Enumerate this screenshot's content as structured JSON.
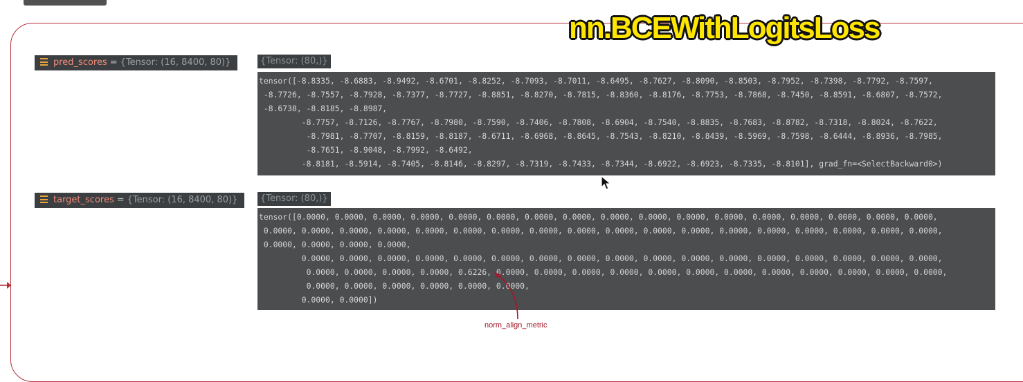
{
  "title": "nn.BCEWithLogitsLoss",
  "pred_scores": {
    "name": "pred_scores",
    "eq": "=",
    "type": "{Tensor: (16, 8400, 80)}",
    "tooltip_header": "{Tensor: (80,)}",
    "lines": [
      "tensor([-8.8335, -8.6883, -8.9492, -8.6701, -8.8252, -8.7093, -8.7011, -8.6495, -8.7627, -8.8090, -8.8503, -8.7952, -8.7398, -8.7792, -8.7597,",
      " -8.7726, -8.7557, -8.7928, -8.7377, -8.7727, -8.8851, -8.8270, -8.7815, -8.8360, -8.8176, -8.7753, -8.7868, -8.7450, -8.8591, -8.6807, -8.7572,",
      " -8.6738, -8.8185, -8.8987,",
      "         -8.7757, -8.7126, -8.7767, -8.7980, -8.7590, -8.7406, -8.7808, -8.6904, -8.7540, -8.8835, -8.7683, -8.8782, -8.7318, -8.8024, -8.7622,",
      "          -8.7981, -8.7707, -8.8159, -8.8187, -8.6711, -8.6968, -8.8645, -8.7543, -8.8210, -8.8439, -8.5969, -8.7598, -8.6444, -8.8936, -8.7985,",
      "          -8.7651, -8.9048, -8.7992, -8.6492,",
      "         -8.8181, -8.5914, -8.7405, -8.8146, -8.8297, -8.7319, -8.7433, -8.7344, -8.6922, -8.6923, -8.7335, -8.8101], grad_fn=<SelectBackward0>)"
    ]
  },
  "target_scores": {
    "name": "target_scores",
    "eq": "=",
    "type": "{Tensor: (16, 8400, 80)}",
    "tooltip_header": "{Tensor: (80,)}",
    "lines": [
      "tensor([0.0000, 0.0000, 0.0000, 0.0000, 0.0000, 0.0000, 0.0000, 0.0000, 0.0000, 0.0000, 0.0000, 0.0000, 0.0000, 0.0000, 0.0000, 0.0000, 0.0000,",
      " 0.0000, 0.0000, 0.0000, 0.0000, 0.0000, 0.0000, 0.0000, 0.0000, 0.0000, 0.0000, 0.0000, 0.0000, 0.0000, 0.0000, 0.0000, 0.0000, 0.0000, 0.0000,",
      " 0.0000, 0.0000, 0.0000, 0.0000,",
      "         0.0000, 0.0000, 0.0000, 0.0000, 0.0000, 0.0000, 0.0000, 0.0000, 0.0000, 0.0000, 0.0000, 0.0000, 0.0000, 0.0000, 0.0000, 0.0000, 0.0000,",
      "          0.0000, 0.0000, 0.0000, 0.0000, 0.6226, 0.0000, 0.0000, 0.0000, 0.0000, 0.0000, 0.0000, 0.0000, 0.0000, 0.0000, 0.0000, 0.0000, 0.0000,",
      "          0.0000, 0.0000, 0.0000, 0.0000, 0.0000, 0.0000,",
      "         0.0000, 0.0000])"
    ]
  },
  "annotation": {
    "label": "norm_align_metric"
  },
  "colors": {
    "accent": "#b5303d",
    "title": "#ffe600",
    "var_name": "#f28c7a"
  }
}
